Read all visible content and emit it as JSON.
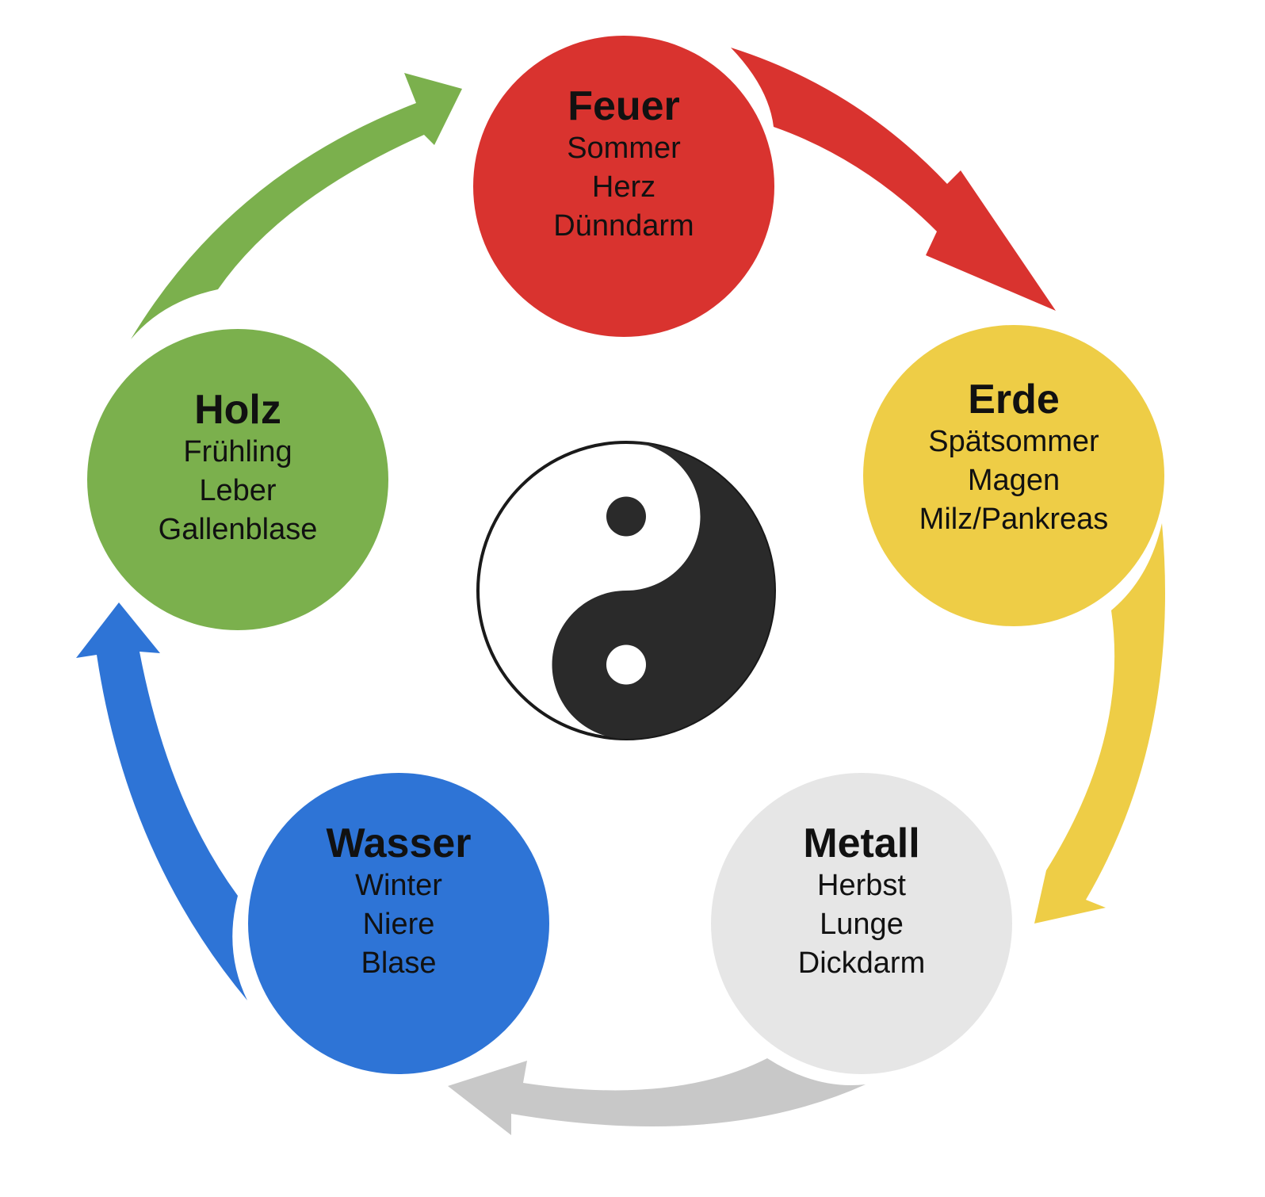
{
  "colors": {
    "fire": "#d9332f",
    "earth": "#eecd46",
    "metal": "#e6e6e6",
    "water": "#2e74d6",
    "wood": "#7bb04d",
    "metal_arrow": "#c8c8c8",
    "yin": "#2a2a2a",
    "yang": "#ffffff"
  },
  "elements": [
    {
      "key": "feuer",
      "name": "Feuer",
      "lines": [
        "Sommer",
        "Herz",
        "Dünndarm"
      ]
    },
    {
      "key": "erde",
      "name": "Erde",
      "lines": [
        "Spätsommer",
        "Magen",
        "Milz/Pankreas"
      ]
    },
    {
      "key": "metall",
      "name": "Metall",
      "lines": [
        "Herbst",
        "Lunge",
        "Dickdarm"
      ]
    },
    {
      "key": "wasser",
      "name": "Wasser",
      "lines": [
        "Winter",
        "Niere",
        "Blase"
      ]
    },
    {
      "key": "holz",
      "name": "Holz",
      "lines": [
        "Frühling",
        "Leber",
        "Gallenblase"
      ]
    }
  ],
  "cycle": [
    {
      "from": "Feuer",
      "to": "Erde"
    },
    {
      "from": "Erde",
      "to": "Metall"
    },
    {
      "from": "Metall",
      "to": "Wasser"
    },
    {
      "from": "Wasser",
      "to": "Holz"
    },
    {
      "from": "Holz",
      "to": "Feuer"
    }
  ],
  "center_symbol": "yin-yang-icon"
}
